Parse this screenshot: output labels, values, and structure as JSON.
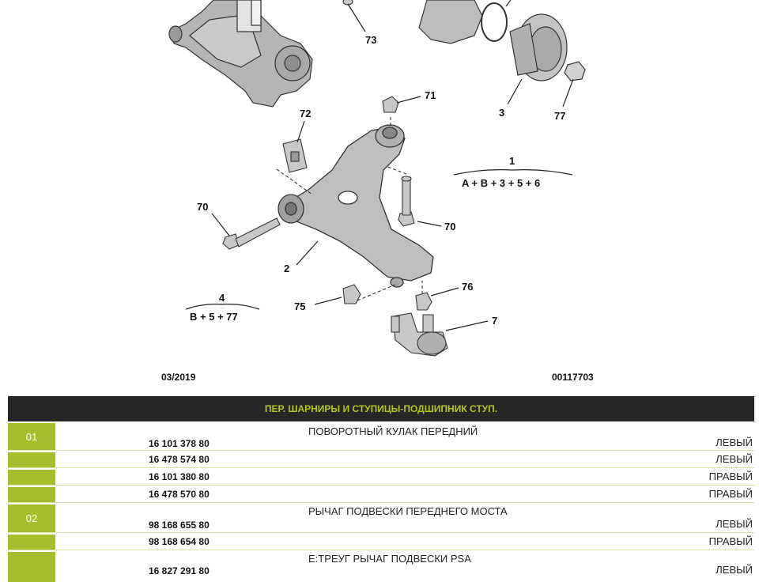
{
  "diagram": {
    "callouts": [
      "73",
      "3",
      "77",
      "71",
      "72",
      "1",
      "70",
      "70",
      "2",
      "76",
      "75",
      "7",
      "4"
    ],
    "bracket_right": "A + B + 3 + 5 + 6",
    "bracket_left": "B + 5 + 77",
    "date_code": "03/2019",
    "ref_code": "00117703"
  },
  "table": {
    "header": "ПЕР. ШАРНИРЫ И СТУПИЦЫ-ПОДШИПНИК СТУП.",
    "groups": [
      {
        "num": "01",
        "desc": "ПОВОРОТНЫЙ КУЛАК ПЕРЕДНИЙ",
        "rows": [
          {
            "pn": "16 101 378 80",
            "side": "ЛЕВЫЙ"
          },
          {
            "pn": "16 478 574 80",
            "side": "ЛЕВЫЙ"
          },
          {
            "pn": "16 101 380 80",
            "side": "ПРАВЫЙ"
          },
          {
            "pn": "16 478 570 80",
            "side": "ПРАВЫЙ"
          }
        ]
      },
      {
        "num": "02",
        "desc": "РЫЧАГ ПОДВЕСКИ ПЕРЕДНЕГО МОСТА",
        "rows": [
          {
            "pn": "98 168 655 80",
            "side": "ЛЕВЫЙ"
          },
          {
            "pn": "98 168 654 80",
            "side": "ПРАВЫЙ"
          }
        ]
      },
      {
        "num": "",
        "desc": "Е:ТРЕУГ РЫЧАГ ПОДВЕСКИ PSA",
        "rows": [
          {
            "pn": "16 827 291 80",
            "side": "ЛЕВЫЙ"
          }
        ]
      }
    ]
  }
}
